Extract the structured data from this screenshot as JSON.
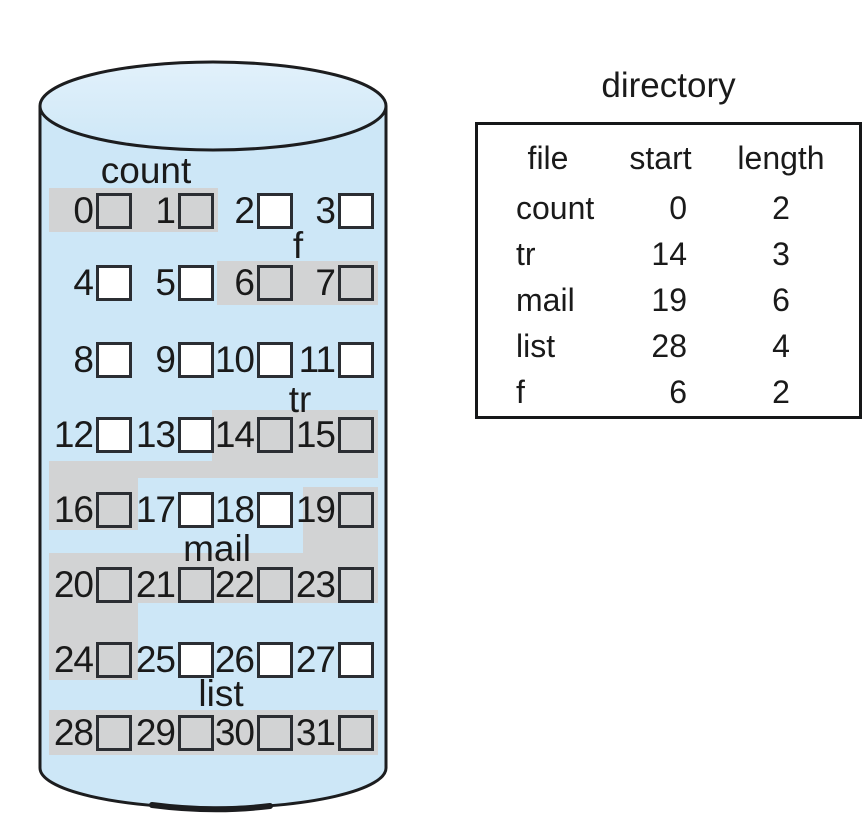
{
  "colors": {
    "disk_fill": "#cde7f7",
    "disk_top_fill": "#ddeefa",
    "allocated_band": "#d2d3d4",
    "outline": "#1c1d1f",
    "block_border": "#2b2e33",
    "free_block_fill": "#ffffff",
    "text": "#1a1a1a"
  },
  "disk": {
    "blocks": [
      {
        "num": "0",
        "allocated": true,
        "file": "count"
      },
      {
        "num": "1",
        "allocated": true,
        "file": "count"
      },
      {
        "num": "2",
        "allocated": false,
        "file": null
      },
      {
        "num": "3",
        "allocated": false,
        "file": null
      },
      {
        "num": "4",
        "allocated": false,
        "file": null
      },
      {
        "num": "5",
        "allocated": false,
        "file": null
      },
      {
        "num": "6",
        "allocated": true,
        "file": "f"
      },
      {
        "num": "7",
        "allocated": true,
        "file": "f"
      },
      {
        "num": "8",
        "allocated": false,
        "file": null
      },
      {
        "num": "9",
        "allocated": false,
        "file": null
      },
      {
        "num": "10",
        "allocated": false,
        "file": null
      },
      {
        "num": "11",
        "allocated": false,
        "file": null
      },
      {
        "num": "12",
        "allocated": false,
        "file": null
      },
      {
        "num": "13",
        "allocated": false,
        "file": null
      },
      {
        "num": "14",
        "allocated": true,
        "file": "tr"
      },
      {
        "num": "15",
        "allocated": true,
        "file": "tr"
      },
      {
        "num": "16",
        "allocated": true,
        "file": "tr"
      },
      {
        "num": "17",
        "allocated": false,
        "file": null
      },
      {
        "num": "18",
        "allocated": false,
        "file": null
      },
      {
        "num": "19",
        "allocated": true,
        "file": "mail"
      },
      {
        "num": "20",
        "allocated": true,
        "file": "mail"
      },
      {
        "num": "21",
        "allocated": true,
        "file": "mail"
      },
      {
        "num": "22",
        "allocated": true,
        "file": "mail"
      },
      {
        "num": "23",
        "allocated": true,
        "file": "mail"
      },
      {
        "num": "24",
        "allocated": true,
        "file": "mail"
      },
      {
        "num": "25",
        "allocated": false,
        "file": null
      },
      {
        "num": "26",
        "allocated": false,
        "file": null
      },
      {
        "num": "27",
        "allocated": false,
        "file": null
      },
      {
        "num": "28",
        "allocated": true,
        "file": "list"
      },
      {
        "num": "29",
        "allocated": true,
        "file": "list"
      },
      {
        "num": "30",
        "allocated": true,
        "file": "list"
      },
      {
        "num": "31",
        "allocated": true,
        "file": "list"
      }
    ],
    "file_labels": [
      {
        "file": "count",
        "label": "count"
      },
      {
        "file": "f",
        "label": "f"
      },
      {
        "file": "tr",
        "label": "tr"
      },
      {
        "file": "mail",
        "label": "mail"
      },
      {
        "file": "list",
        "label": "list"
      }
    ]
  },
  "directory": {
    "title": "directory",
    "columns": [
      "file",
      "start",
      "length"
    ],
    "rows": [
      {
        "file": "count",
        "start": "0",
        "length": "2"
      },
      {
        "file": "tr",
        "start": "14",
        "length": "3"
      },
      {
        "file": "mail",
        "start": "19",
        "length": "6"
      },
      {
        "file": "list",
        "start": "28",
        "length": "4"
      },
      {
        "file": "f",
        "start": "6",
        "length": "2"
      }
    ]
  }
}
